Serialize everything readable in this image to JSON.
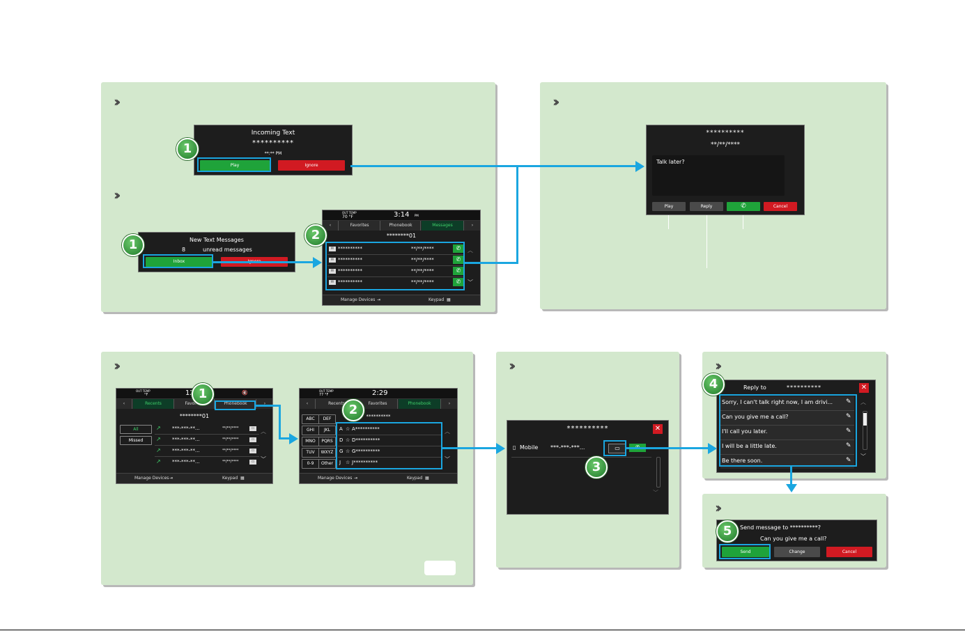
{
  "panel1": {
    "incoming": {
      "title": "Incoming Text",
      "sender": "**********",
      "time": "**:** PM",
      "play_label": "Play",
      "ignore_label": "Ignore"
    },
    "newtext": {
      "title": "New Text Messages",
      "count": "8",
      "unread": "unread messages",
      "inbox_label": "Inbox",
      "ignore_label": "Ignore"
    },
    "messages_screen": {
      "out_temp_label": "OUT TEMP",
      "out_temp": "70 °F",
      "clock": "3:14",
      "ampm": "PM",
      "tabs": [
        "Favorites",
        "Phonebook",
        "Messages"
      ],
      "contact": "********01",
      "rows": [
        {
          "name": "**********",
          "date": "**/**/****"
        },
        {
          "name": "**********",
          "date": "**/**/****"
        },
        {
          "name": "**********",
          "date": "**/**/****"
        },
        {
          "name": "**********",
          "date": "**/**/****"
        }
      ],
      "manage_devices": "Manage Devices",
      "keypad": "Keypad"
    }
  },
  "panel2": {
    "sender": "**********",
    "date": "**/**/****",
    "message": "Talk later?",
    "play_label": "Play",
    "reply_label": "Reply",
    "cancel_label": "Cancel"
  },
  "panel3": {
    "recents_screen": {
      "out_temp_label": "OUT TEMP",
      "out_temp": "°F",
      "clock": "12",
      "tabs": [
        "Recents",
        "Favorites",
        "Phonebook"
      ],
      "contact": "********01",
      "filters": [
        "All",
        "Missed"
      ],
      "rows": [
        {
          "number": "***-***-**...",
          "date": "**/**/****"
        },
        {
          "number": "***-***-**...",
          "date": "**/**/****"
        },
        {
          "number": "***-***-**...",
          "date": "**/**/****"
        },
        {
          "number": "***-***-**...",
          "date": "**/**/****"
        }
      ],
      "manage_devices": "Manage Devices",
      "keypad": "Keypad"
    },
    "phonebook_screen": {
      "out_temp_label": "OUT TEMP",
      "out_temp": "77 °F",
      "clock": "2:29",
      "tabs": [
        "Recents",
        "Favorites",
        "Phonebook"
      ],
      "contact": "**********",
      "alpha": [
        "ABC",
        "DEF",
        "GHI",
        "JKL",
        "MNO",
        "PQRS",
        "TUV",
        "WXYZ",
        "0-9",
        "Other"
      ],
      "rows": [
        {
          "letter": "A",
          "name": "A**********"
        },
        {
          "letter": "D",
          "name": "D**********"
        },
        {
          "letter": "G",
          "name": "G**********"
        },
        {
          "letter": "J",
          "name": "J**********"
        }
      ],
      "manage_devices": "Manage Devices",
      "keypad": "Keypad"
    }
  },
  "panel4": {
    "title": "**********",
    "mobile_label": "Mobile",
    "number": "***-***-***..."
  },
  "panel5": {
    "reply_to": "Reply to",
    "recipient": "**********",
    "options": [
      "Sorry, I can't talk right now, I am drivi...",
      "Can you give me a call?",
      "I'll call you later.",
      "I will be a little late.",
      "Be there soon."
    ]
  },
  "panel6": {
    "send_to": "Send message to **********?",
    "message": "Can you give me a call?",
    "send_label": "Send",
    "change_label": "Change",
    "cancel_label": "Cancel"
  },
  "steps": [
    "1",
    "2",
    "3",
    "4",
    "5"
  ],
  "colors": {
    "panel": "#d3e8cd",
    "accent": "#1aa6e0",
    "green": "#1fa33a",
    "red": "#d11a22"
  }
}
